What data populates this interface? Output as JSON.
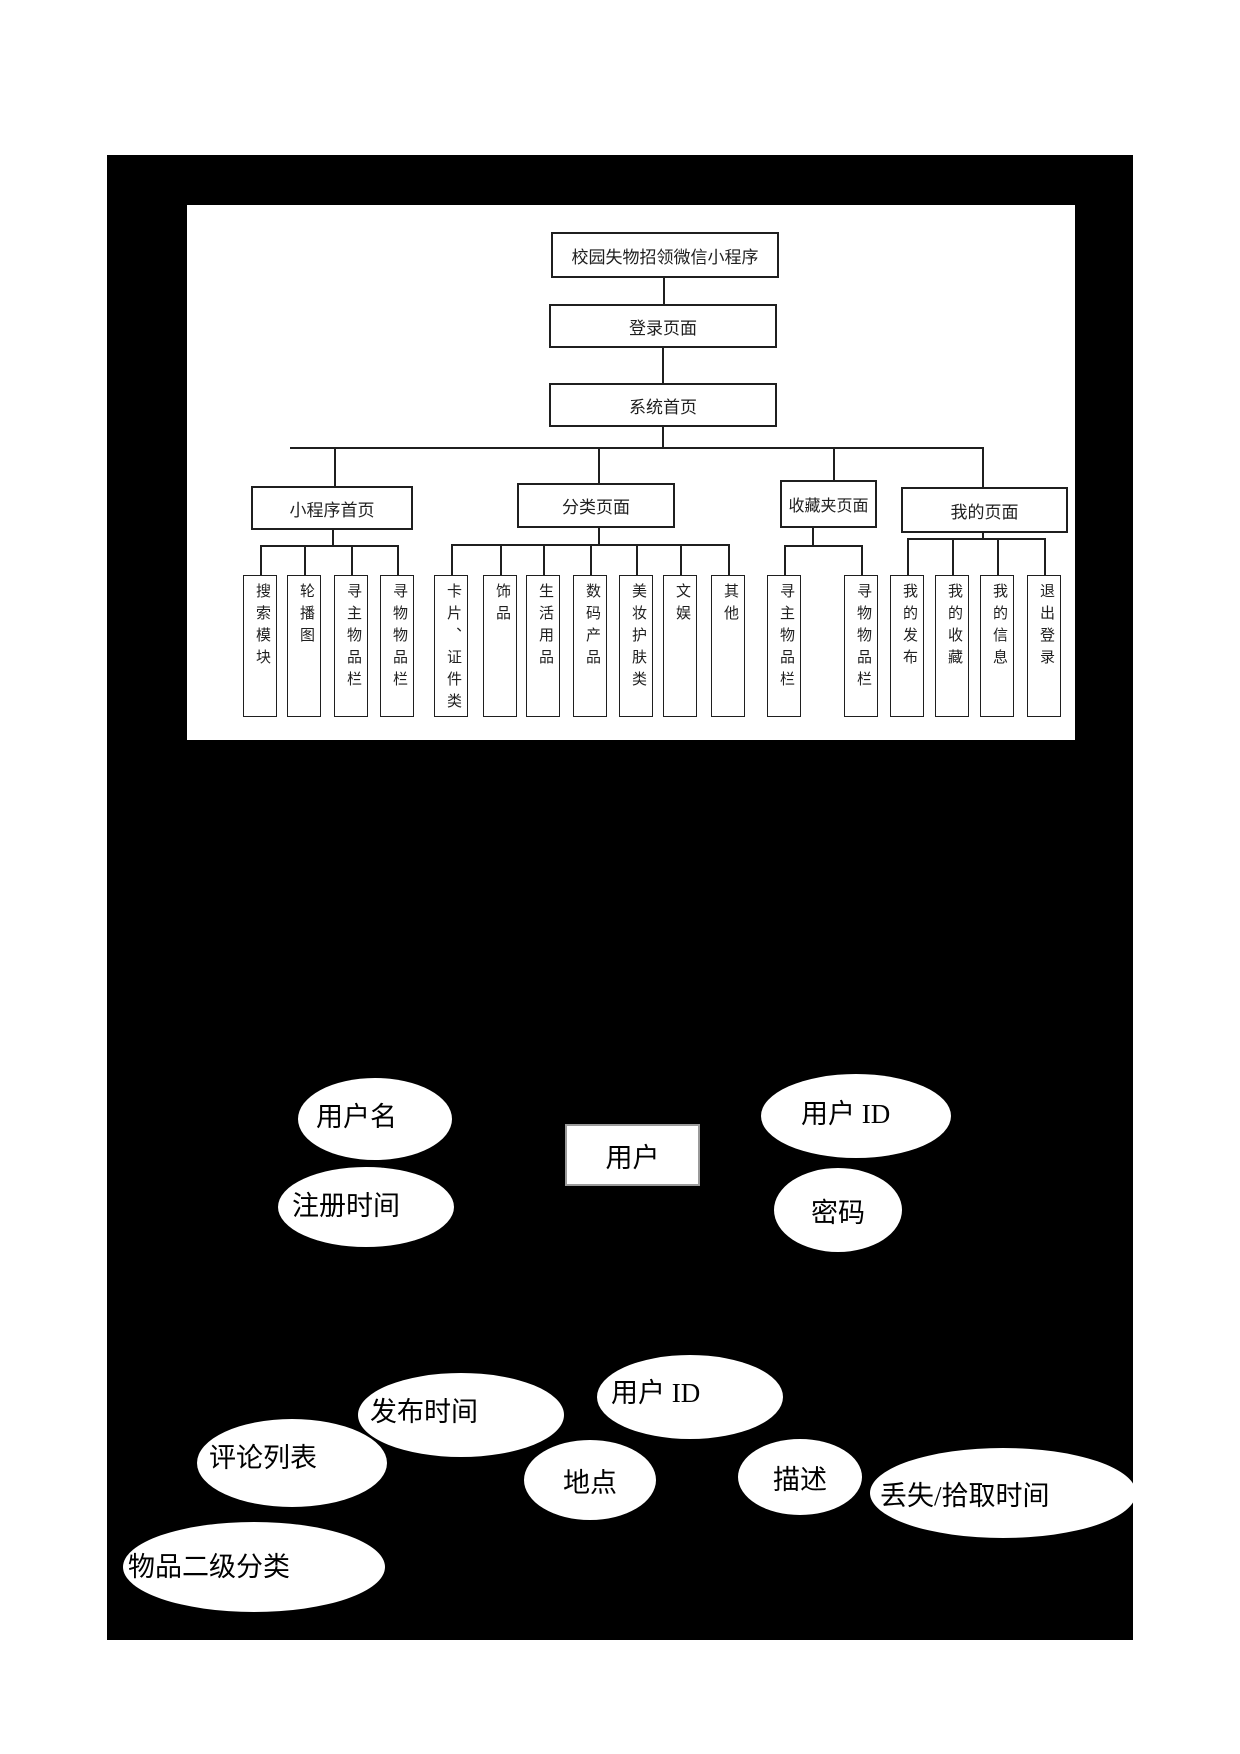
{
  "colors": {
    "page_bg": "#ffffff",
    "canvas_bg": "#000000",
    "diagram_line": "#1f1f1f"
  },
  "flowchart": {
    "root": "校园失物招领微信小程序",
    "login": "登录页面",
    "home": "系统首页",
    "sections": [
      {
        "label": "小程序首页",
        "children": [
          "搜索模块",
          "轮播图",
          "寻主物品栏",
          "寻物物品栏"
        ]
      },
      {
        "label": "分类页面",
        "children": [
          "卡片、证件类",
          "饰品",
          "生活用品",
          "数码产品",
          "美妆护肤类",
          "文娱",
          "其他"
        ]
      },
      {
        "label": "收藏夹页面",
        "children": [
          "寻主物品栏",
          "寻物物品栏"
        ]
      },
      {
        "label": "我的页面",
        "children": [
          "我的发布",
          "我的收藏",
          "我的信息",
          "退出登录"
        ]
      }
    ]
  },
  "er_diagram": {
    "entity": "用户",
    "attributes": [
      "用户名",
      "注册时间",
      "用户 ID",
      "密码"
    ],
    "item_attributes": [
      "发布时间",
      "用户 ID",
      "评论列表",
      "地点",
      "描述",
      "丢失/拾取时间",
      "物品二级分类"
    ]
  }
}
